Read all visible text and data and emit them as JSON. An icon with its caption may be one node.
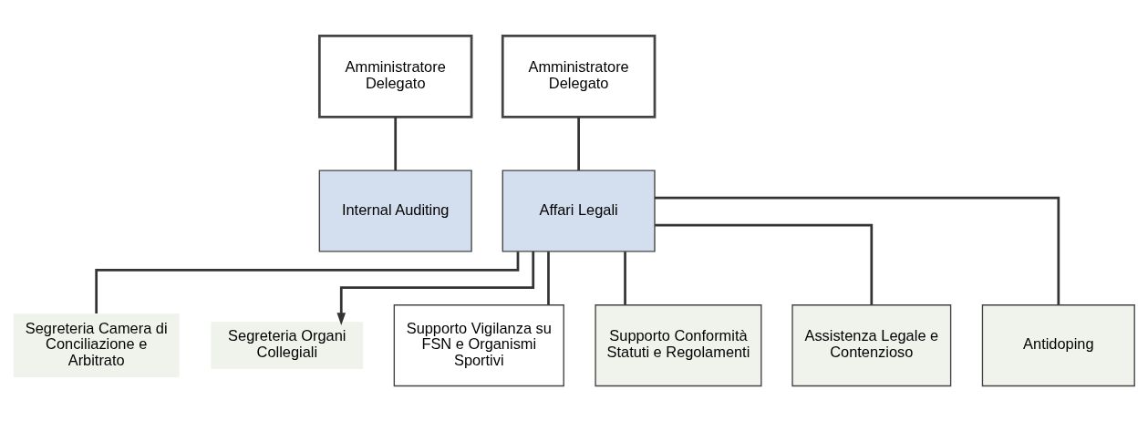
{
  "diagram": {
    "nodes": [
      {
        "text": [
          "Amministratore Delegato"
        ]
      },
      {
        "text": [
          "Internal Auditing"
        ]
      },
      {
        "text": [
          "Amministratore Delegato"
        ]
      },
      {
        "text": [
          "Affari Legali"
        ]
      },
      {
        "text": [
          "Segreteria Camera di Conciliazione e Arbitrato"
        ]
      },
      {
        "text": [
          "Segreteria Organi Collegiali"
        ]
      },
      {
        "text": [
          "Supporto Vigilanza su FSN e Organismi Sportivi"
        ]
      },
      {
        "text": [
          "Supporto Conformità Statuti e Regolamenti"
        ]
      },
      {
        "text": [
          "Assistenza Legale e Contenzioso"
        ]
      },
      {
        "text": [
          "Antidoping"
        ]
      }
    ],
    "edges": [
      {
        "from": 0,
        "to": 1,
        "arrow": "none"
      },
      {
        "from": 2,
        "to": 3,
        "arrow": "none"
      },
      {
        "from": 3,
        "to": 4,
        "arrow": "none"
      },
      {
        "from": 3,
        "to": 5,
        "arrow": "to"
      },
      {
        "from": 3,
        "to": 6,
        "arrow": "none"
      },
      {
        "from": 3,
        "to": 7,
        "arrow": "none"
      },
      {
        "from": 3,
        "to": 8,
        "arrow": "none"
      },
      {
        "from": 3,
        "to": 9,
        "arrow": "none"
      }
    ]
  }
}
